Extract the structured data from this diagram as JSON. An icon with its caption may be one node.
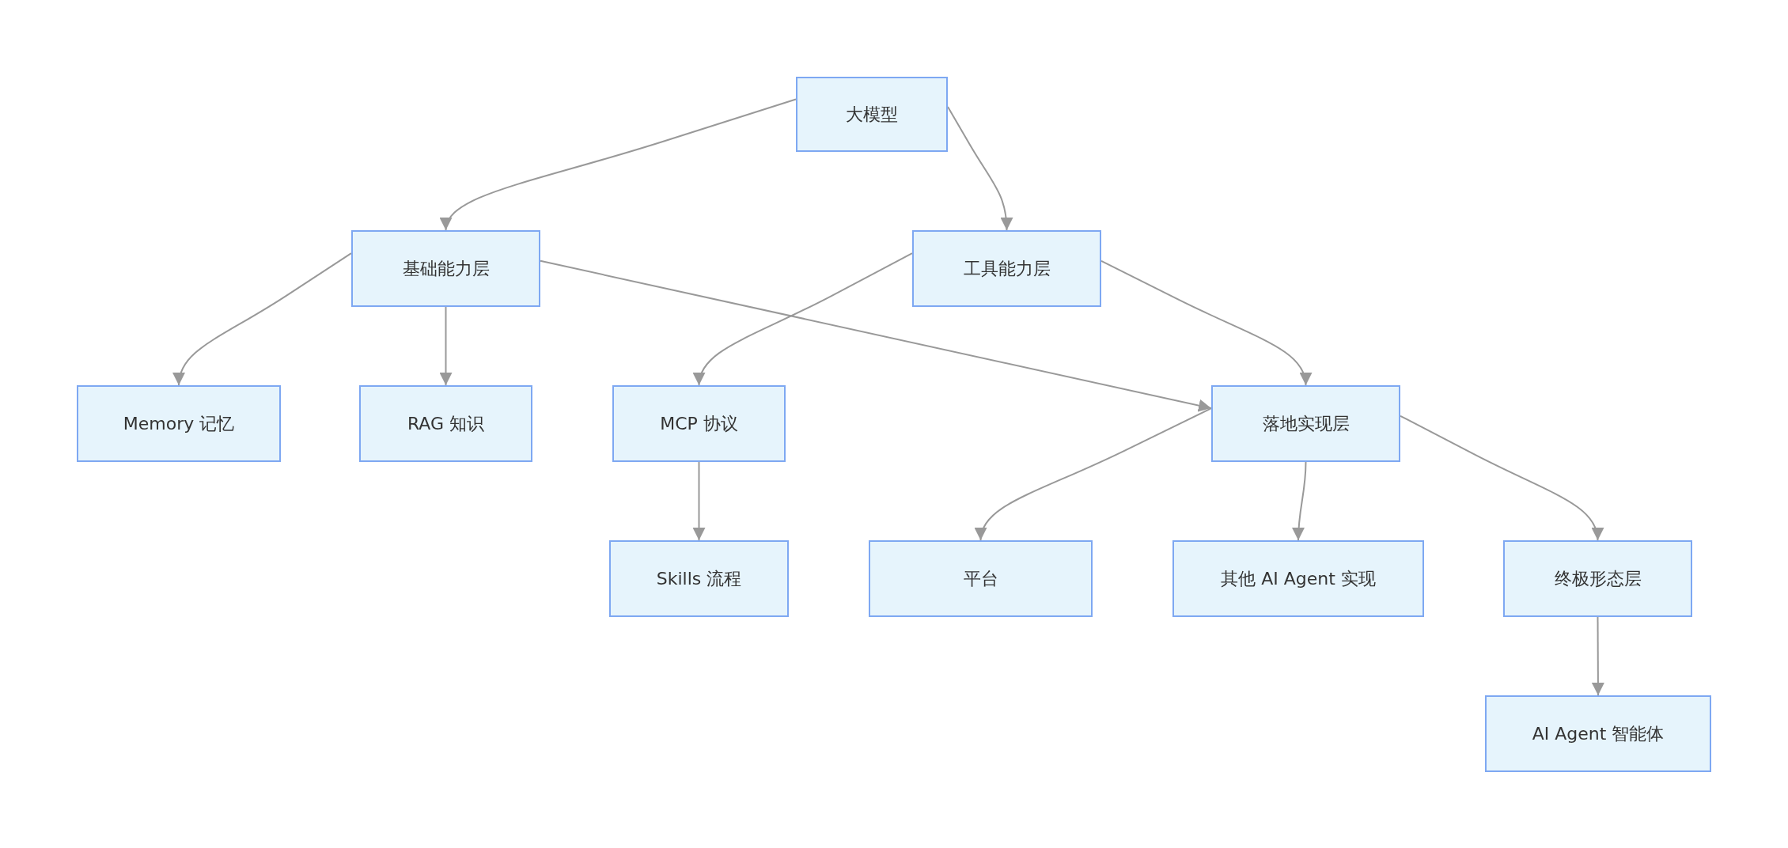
{
  "diagram": {
    "nodes": [
      {
        "text": [
          "大模型"
        ]
      },
      {
        "text": [
          "基础能力层"
        ]
      },
      {
        "text": [
          "工具能力层"
        ]
      },
      {
        "text": [
          "Memory 记忆"
        ]
      },
      {
        "text": [
          "RAG 知识"
        ]
      },
      {
        "text": [
          "MCP 协议"
        ]
      },
      {
        "text": [
          "落地实现层"
        ]
      },
      {
        "text": [
          "Skills 流程"
        ]
      },
      {
        "text": [
          "平台"
        ]
      },
      {
        "text": [
          "其他 AI Agent 实现"
        ]
      },
      {
        "text": [
          "终极形态层"
        ]
      },
      {
        "text": [
          "AI Agent 智能体"
        ]
      }
    ],
    "edges": [
      {
        "from": 0,
        "to": 1,
        "arrow": "to"
      },
      {
        "from": 0,
        "to": 2,
        "arrow": "to"
      },
      {
        "from": 1,
        "to": 3,
        "arrow": "to"
      },
      {
        "from": 1,
        "to": 4,
        "arrow": "to"
      },
      {
        "from": 1,
        "to": 6,
        "arrow": "to"
      },
      {
        "from": 2,
        "to": 5,
        "arrow": "to"
      },
      {
        "from": 2,
        "to": 6,
        "arrow": "to"
      },
      {
        "from": 5,
        "to": 7,
        "arrow": "to"
      },
      {
        "from": 6,
        "to": 8,
        "arrow": "to"
      },
      {
        "from": 6,
        "to": 9,
        "arrow": "to"
      },
      {
        "from": 6,
        "to": 10,
        "arrow": "to"
      },
      {
        "from": 10,
        "to": 11,
        "arrow": "to"
      }
    ]
  }
}
